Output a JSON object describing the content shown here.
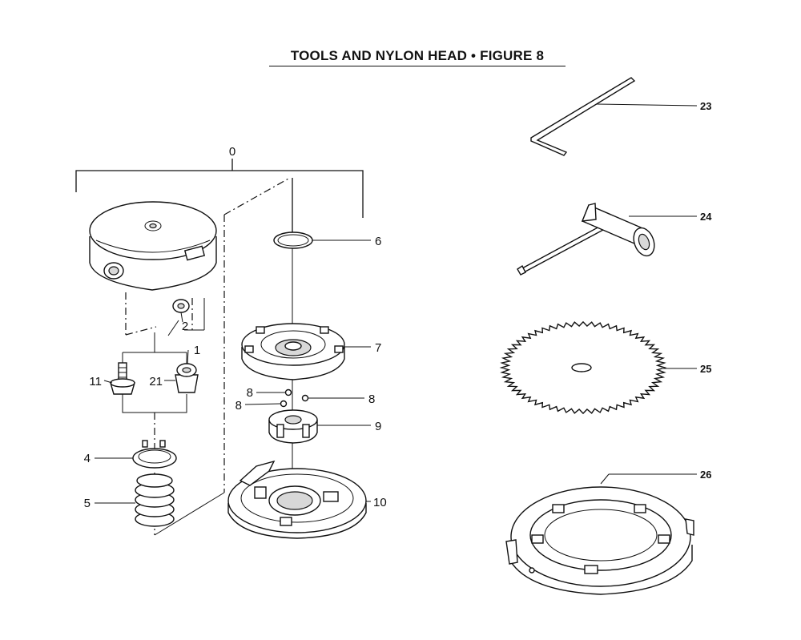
{
  "title": "TOOLS AND NYLON HEAD  •  FIGURE 8",
  "callouts": {
    "c0": "0",
    "c1": "1",
    "c2": "2",
    "c4": "4",
    "c5": "5",
    "c6": "6",
    "c7": "7",
    "c8a": "8",
    "c8b": "8",
    "c8c": "8",
    "c9": "9",
    "c10": "10",
    "c11": "11",
    "c21": "21",
    "c23": "23",
    "c24": "24",
    "c25": "25",
    "c26": "26"
  }
}
